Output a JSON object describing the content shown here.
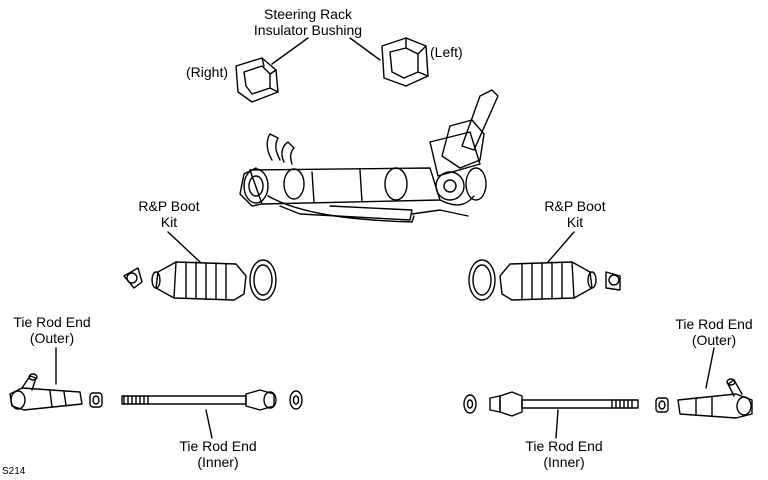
{
  "labels": {
    "bushing_title": [
      "Steering Rack",
      "Insulator Bushing"
    ],
    "bushing_right": "(Right)",
    "bushing_left": "(Left)",
    "boot_left": [
      "R&P Boot",
      "Kit"
    ],
    "boot_right": [
      "R&P Boot",
      "Kit"
    ],
    "outer_left": [
      "Tie Rod End",
      "(Outer)"
    ],
    "outer_right": [
      "Tie Rod End",
      "(Outer)"
    ],
    "inner_left": [
      "Tie Rod End",
      "(Inner)"
    ],
    "inner_right": [
      "Tie Rod End",
      "(Inner)"
    ]
  },
  "figure_code": "S214",
  "colors": {
    "line": "#000000",
    "background": "#ffffff"
  }
}
